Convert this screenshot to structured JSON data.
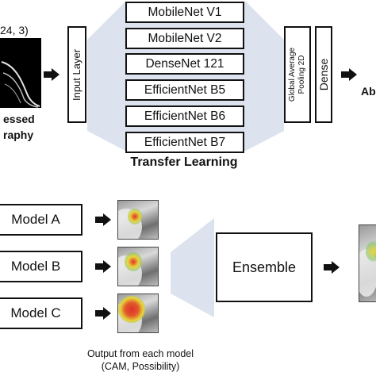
{
  "top": {
    "input_size_fragment": "24, 3)",
    "input_caption_line1": "essed",
    "input_caption_line2": "raphy",
    "input_layer": "Input Layer",
    "models": [
      "MobileNet V1",
      "MobileNet V2",
      "DenseNet 121",
      "EfficientNet B5",
      "EfficientNet B6",
      "EfficientNet B7"
    ],
    "transfer_learning": "Transfer Learning",
    "gap_line1": "Global Average",
    "gap_line2": "Pooling 2D",
    "dense": "Dense",
    "output_fragment": "Ab"
  },
  "bottom": {
    "models": [
      "Model A",
      "Model B",
      "Model C"
    ],
    "ensemble": "Ensemble",
    "output_caption_line1": "Output from each model",
    "output_caption_line2": "(CAM, Possibility)"
  },
  "colors": {
    "panel": "#dce3ee",
    "border": "#111111",
    "heat_red": "#e0302a",
    "heat_yellow": "#e8d33a",
    "heat_green": "#7cc45a"
  }
}
